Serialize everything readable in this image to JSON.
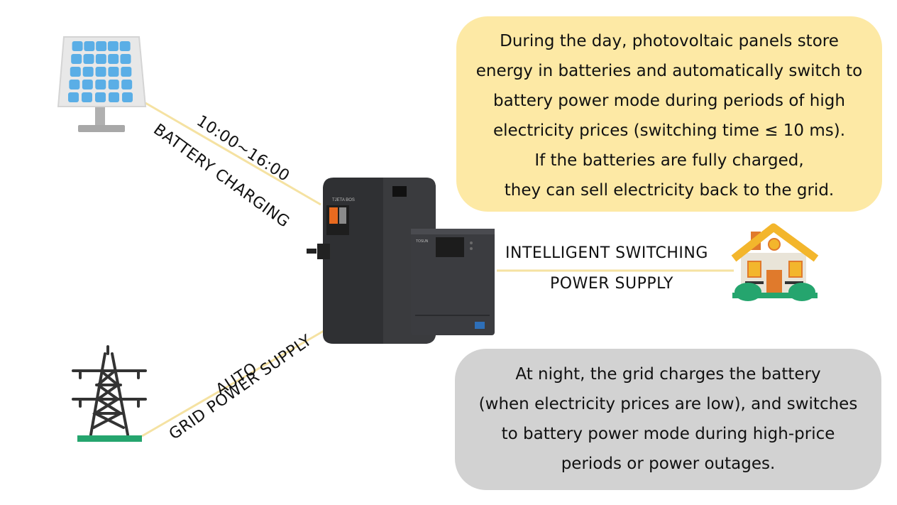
{
  "diagram": {
    "day_bubble": {
      "lines": [
        "During the day, photovoltaic panels store",
        "energy in batteries and automatically switch to",
        "battery power mode during periods of high",
        "electricity prices (switching time ≤ 10 ms).",
        "If the batteries are fully charged,",
        "they can sell electricity back to the grid."
      ]
    },
    "night_bubble": {
      "lines": [
        "At night, the grid charges the battery",
        "(when electricity prices are low), and switches",
        "to battery power mode during high-price",
        "periods or power outages."
      ]
    },
    "labels": {
      "charging_time": "10:00~16:00",
      "battery_charging": "BATTERY CHARGING",
      "auto": "AUTO",
      "grid_power_supply": "GRID POWER SUPPLY",
      "intelligent_switching": "INTELLIGENT SWITCHING",
      "power_supply": "POWER SUPPLY"
    },
    "device": {
      "battery_brand": "TJETA BOS",
      "inverter_brand": "TOSUN"
    },
    "icons": {
      "solar": "solar-panel-icon",
      "tower": "transmission-tower-icon",
      "house": "house-icon"
    },
    "colors": {
      "day_bubble": "#fde9a5",
      "night_bubble": "#d2d2d2",
      "connector_line": "#f5e2a2",
      "solar_cell": "#5aaee6",
      "tower_base": "#25a56e",
      "house_roof": "#f3b62c"
    }
  }
}
